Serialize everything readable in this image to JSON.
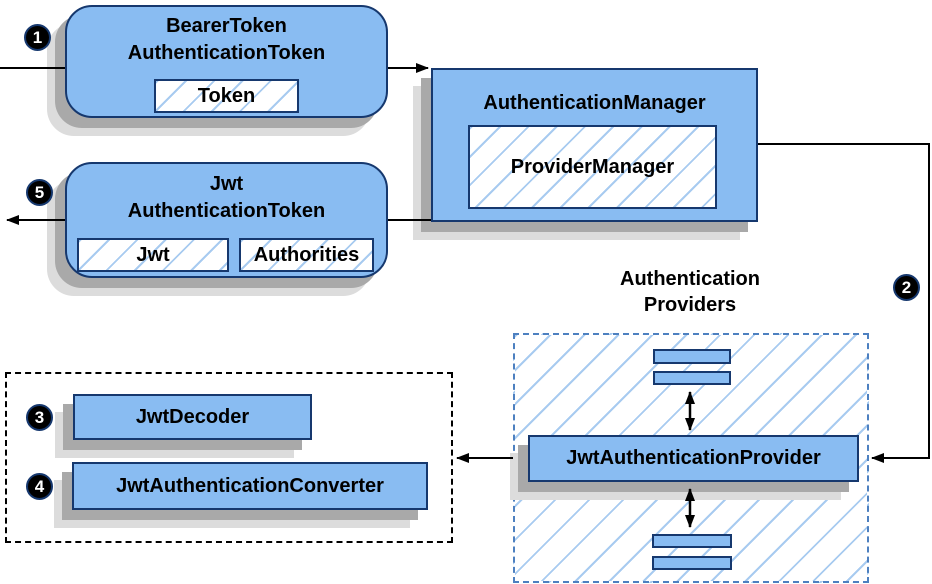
{
  "colors": {
    "node_fill": "#89BCF2",
    "node_border": "#16386E",
    "hatch_line": "#A8CBF0",
    "providers_border": "#4D80C0",
    "decoder_border": "#000000",
    "shadow_dark": "#A9A9A9",
    "shadow_light": "#DCDCDC",
    "arrow": "#000000",
    "badge_bg": "#000000",
    "badge_text": "#FFFFFF"
  },
  "nodes": {
    "bearer_token": {
      "title_line1": "BearerToken",
      "title_line2": "AuthenticationToken",
      "field_token": "Token"
    },
    "jwt_token": {
      "title_line1": "Jwt",
      "title_line2": "AuthenticationToken",
      "field_jwt": "Jwt",
      "field_authorities": "Authorities"
    },
    "authentication_manager": {
      "title": "AuthenticationManager",
      "inner": "ProviderManager"
    },
    "providers_group": {
      "label_line1": "Authentication",
      "label_line2": "Providers",
      "provider": "JwtAuthenticationProvider"
    },
    "decoder_group": {
      "decoder": "JwtDecoder",
      "converter": "JwtAuthenticationConverter"
    }
  },
  "badges": {
    "step1": "1",
    "step2": "2",
    "step3": "3",
    "step4": "4",
    "step5": "5"
  }
}
